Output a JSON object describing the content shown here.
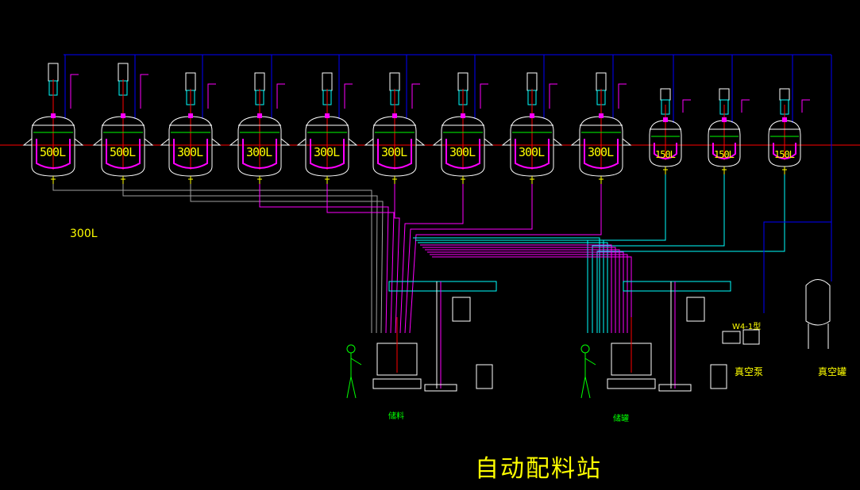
{
  "title": "自动配料站",
  "side_label": "300L",
  "tanks": [
    {
      "label": "500L",
      "size": "large"
    },
    {
      "label": "500L",
      "size": "large"
    },
    {
      "label": "300L",
      "size": "large"
    },
    {
      "label": "300L",
      "size": "large"
    },
    {
      "label": "300L",
      "size": "large"
    },
    {
      "label": "300L",
      "size": "large"
    },
    {
      "label": "300L",
      "size": "large"
    },
    {
      "label": "300L",
      "size": "large"
    },
    {
      "label": "300L",
      "size": "large"
    },
    {
      "label": "150L",
      "size": "small"
    },
    {
      "label": "150L",
      "size": "small"
    },
    {
      "label": "150L",
      "size": "small"
    }
  ],
  "vacuum_pump": {
    "model": "W4-1型",
    "label": "真空泵"
  },
  "vacuum_tank": {
    "label": "真空罐"
  },
  "stations": [
    {
      "label": "储料"
    },
    {
      "label": "储罐"
    }
  ],
  "colors": {
    "blue": "#0000ff",
    "magenta": "#ff00ff",
    "cyan": "#00ffff",
    "yellow": "#ffff00",
    "white": "#ffffff",
    "red": "#ff0000",
    "green": "#00ff00",
    "gray": "#a0a0a0"
  }
}
